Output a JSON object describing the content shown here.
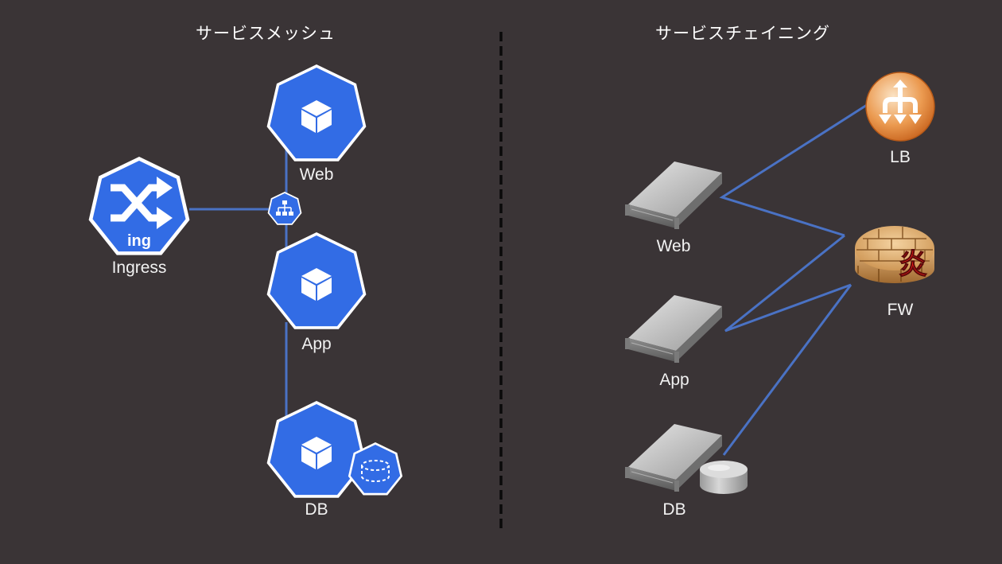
{
  "left_panel": {
    "title": "サービスメッシュ",
    "nodes": {
      "ingress": {
        "label": "Ingress",
        "badge": "ing",
        "icon": "shuffle-arrows-icon"
      },
      "web": {
        "label": "Web",
        "icon": "cube-icon"
      },
      "app": {
        "label": "App",
        "icon": "cube-icon"
      },
      "db": {
        "label": "DB",
        "icon": "cube-icon"
      },
      "service_hub": {
        "icon": "network-tree-icon"
      },
      "volume": {
        "icon": "storage-volume-icon"
      }
    }
  },
  "right_panel": {
    "title": "サービスチェイニング",
    "nodes": {
      "web": {
        "label": "Web",
        "icon": "rack-server-icon"
      },
      "app": {
        "label": "App",
        "icon": "rack-server-icon"
      },
      "db": {
        "label": "DB",
        "icon": "rack-server-icon"
      },
      "lb": {
        "label": "LB",
        "icon": "load-balancer-icon"
      },
      "fw": {
        "label": "FW",
        "glyph": "炎",
        "icon": "firewall-icon"
      },
      "disk": {
        "icon": "database-disk-icon"
      }
    }
  },
  "colors": {
    "background": "#3a3436",
    "kubernetes_blue": "#326ce5",
    "connector": "#4a72c4",
    "divider": "#0a0a0a",
    "text": "#ffffff",
    "server_gray": "#bdbdbd",
    "lb_orange": "#e8883a",
    "firewall_tan": "#d8a868",
    "fire_red": "#e31818"
  }
}
